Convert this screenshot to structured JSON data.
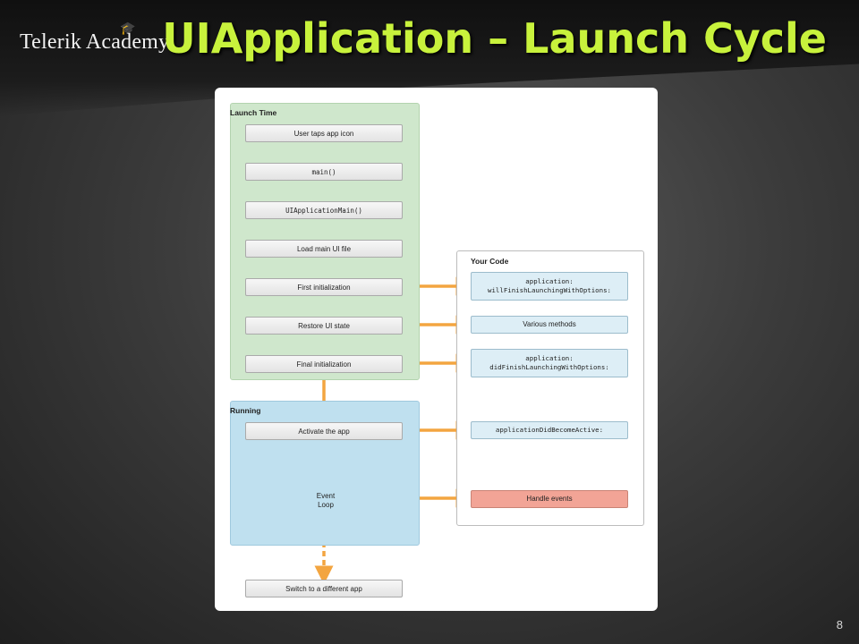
{
  "header": {
    "logo": "Telerik Academy",
    "title": "UIApplication – Launch Cycle",
    "page_number": "8"
  },
  "diagram": {
    "launch_label": "Launch Time",
    "running_label": "Running",
    "your_code_label": "Your Code",
    "steps": {
      "user_taps": "User taps app icon",
      "main": "main()",
      "uiappmain": "UIApplicationMain()",
      "load_ui": "Load main UI file",
      "first_init": "First initialization",
      "restore_ui": "Restore UI state",
      "final_init": "Final initialization",
      "activate": "Activate the app",
      "switch_app": "Switch to a different app"
    },
    "event_loop": {
      "line1": "Event",
      "line2": "Loop"
    },
    "code": {
      "will_finish_1": "application:",
      "will_finish_2": "willFinishLaunchingWithOptions:",
      "various": "Various methods",
      "did_finish_1": "application:",
      "did_finish_2": "didFinishLaunchingWithOptions:",
      "did_become_active": "applicationDidBecomeActive:",
      "handle_events": "Handle events"
    },
    "colors": {
      "arrow": "#f3a540",
      "launch_region": "#cfe7cc",
      "running_region": "#bfe0ef",
      "code_box": "#ddeef6",
      "handle_events": "#f2a496",
      "title": "#c8f23c"
    }
  }
}
